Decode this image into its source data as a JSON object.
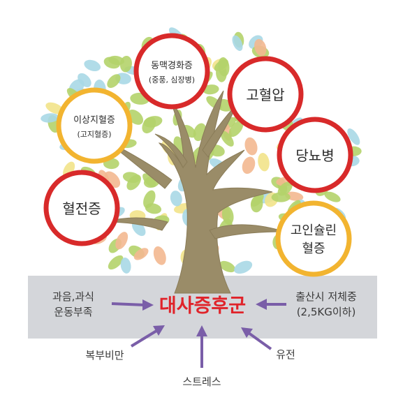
{
  "colors": {
    "trunk": "#9a8c68",
    "trunk_shade": "#8a7c58",
    "ring_red": "#d82a2a",
    "ring_orange": "#f2b430",
    "arrow": "#7a5ea8",
    "center_text": "#e0232a",
    "ground": "#d4d6da",
    "leaf_green": "#b4d36a",
    "leaf_yellow": "#f2e38a",
    "leaf_blue": "#a9d8e6",
    "leaf_orange": "#f3b890"
  },
  "center": {
    "label": "대사증후군"
  },
  "diseases": [
    {
      "id": "dyslipidemia",
      "line1": "이상지혈증",
      "line2": "(고지혈증)",
      "ring": "orange"
    },
    {
      "id": "arteriosclerosis",
      "line1": "동맥경화증",
      "line2": "(중풍, 심장병)",
      "ring": "red"
    },
    {
      "id": "hypertension",
      "line1": "고혈압",
      "line2": "",
      "ring": "red"
    },
    {
      "id": "diabetes",
      "line1": "당뇨병",
      "line2": "",
      "ring": "red"
    },
    {
      "id": "thrombosis",
      "line1": "혈전증",
      "line2": "",
      "ring": "red"
    },
    {
      "id": "hyperinsulinemia",
      "line1": "고인슐린",
      "line2": "혈증",
      "ring": "orange"
    }
  ],
  "causes": {
    "overeating": {
      "line1": "과음,과식",
      "line2": "운동부족"
    },
    "low_birth_weight": {
      "line1": "출산시 저체중",
      "line2": "(2,5KG이하)"
    },
    "abdominal_obesity": {
      "line1": "복부비만"
    },
    "genetics": {
      "line1": "유전"
    },
    "stress": {
      "line1": "스트레스"
    }
  }
}
